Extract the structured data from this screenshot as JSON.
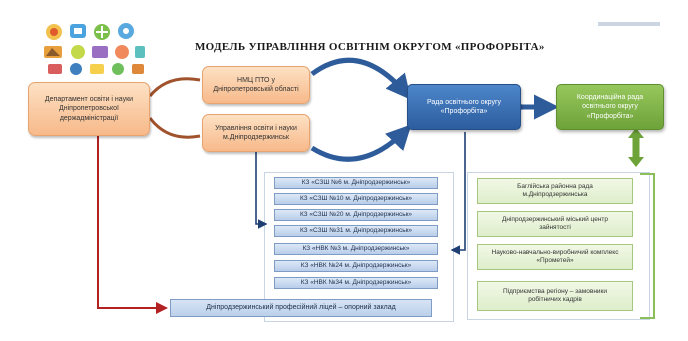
{
  "title": "МОДЕЛЬ УПРАВЛІННЯ ОСВІТНІМ ОКРУГОМ «ПРОФОРБІТА»",
  "nodes": {
    "dept": "Департамент освіти і науки Дніпропетровської держадміністрації",
    "nmc": "НМЦ ПТО у Дніпропетровській області",
    "upr": "Управління освіти і науки м.Дніпродзержинськ",
    "rada": "Рада освітнього округу «Профорбіта»",
    "koord": "Координаційна рада освітнього округу «Профорбіта»"
  },
  "schools": [
    "КЗ «СЗШ №6 м. Дніпродзержинськ»",
    "КЗ «СЗШ №10 м. Дніпродзержинськ»",
    "КЗ «СЗШ №20 м. Дніпродзержинськ»",
    "КЗ «СЗШ №31 м. Дніпродзержинськ»",
    "КЗ «НВК №3 м. Дніпродзержинськ»",
    "КЗ «НВК №24  м. Дніпродзержинськ»",
    "КЗ «НВК №34 м. Дніпродзержинськ»"
  ],
  "partners": [
    "Баглійська районна рада м.Дніпродзержинська",
    "Дніпродзержинський міський центр зайнятості",
    "Науково-навчально-виробничий комплекс «Прометей»",
    "Підприємства регіону – замовники робітничих кадрів"
  ],
  "lyceum": "Дніпродзержинський професійний ліцей – опорний заклад",
  "colors": {
    "peach": "#f7b98a",
    "blue": "#2c5d9f",
    "green": "#6ea33a",
    "red_arrow": "#b22222",
    "navy_arrow": "#1f3f73",
    "brown_arrow": "#a0522d"
  }
}
